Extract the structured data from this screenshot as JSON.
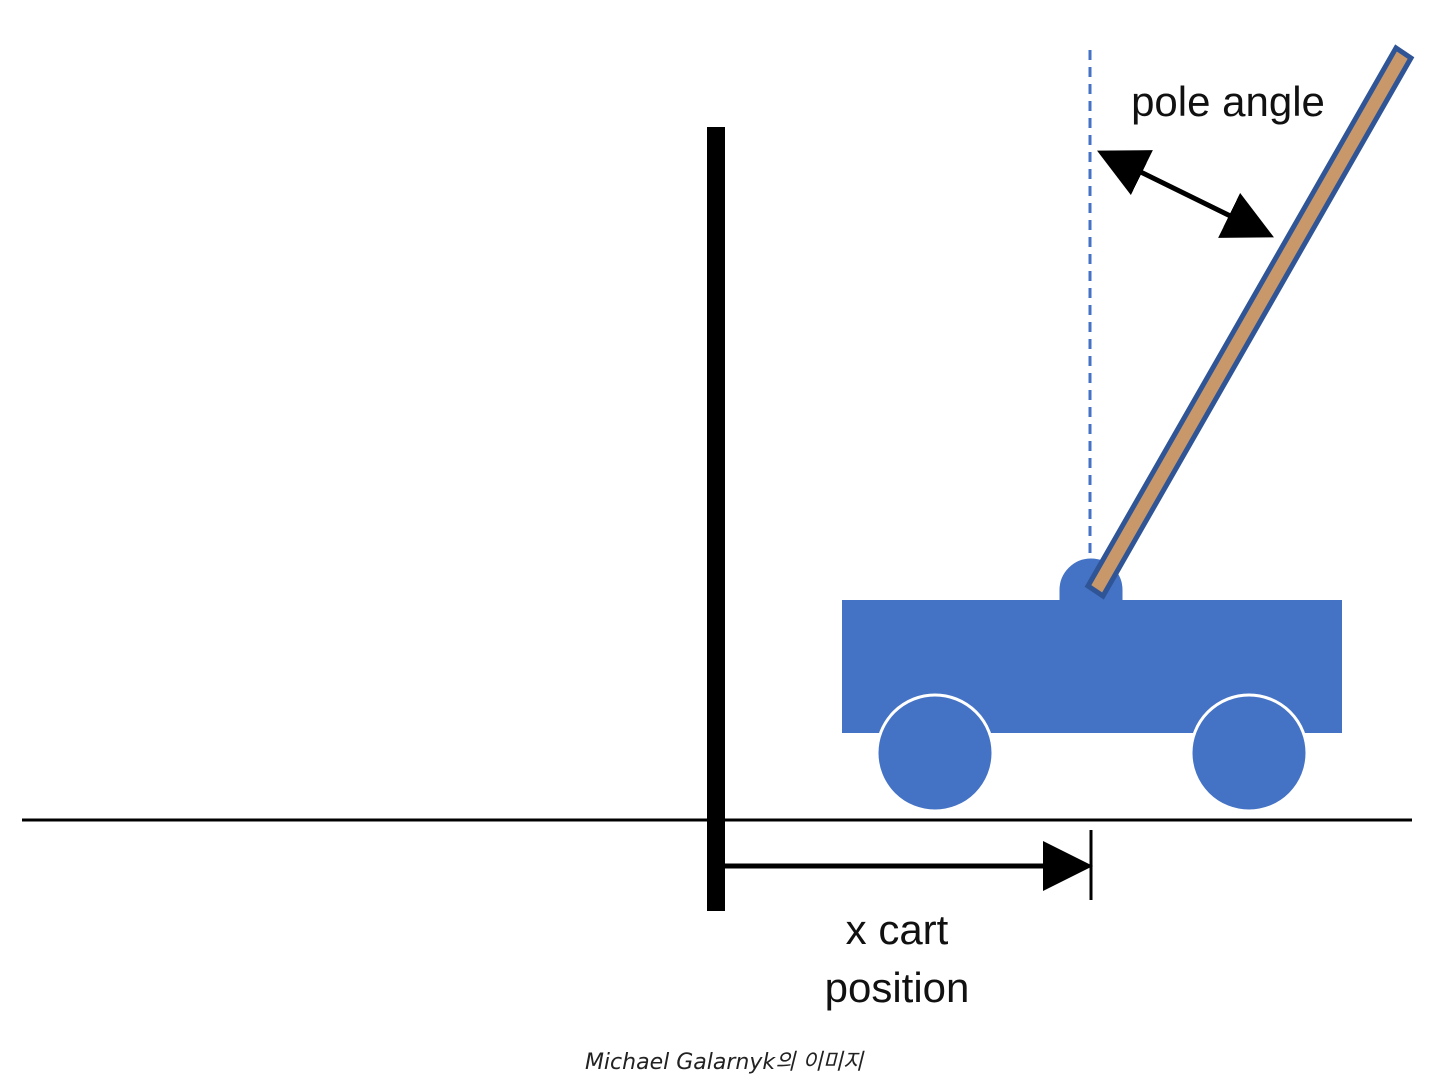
{
  "diagram": {
    "labels": {
      "pole_angle": "pole angle",
      "x_position_line1": "x cart",
      "x_position_line2": "position"
    },
    "colors": {
      "cart": "#4472C4",
      "pole_fill": "#C8986A",
      "pole_outline": "#2F5597",
      "ground": "#000000",
      "wall": "#000000",
      "reference_line": "#4472C4",
      "arrows": "#000000"
    }
  },
  "caption": "Michael Galarnyk의 이미지"
}
